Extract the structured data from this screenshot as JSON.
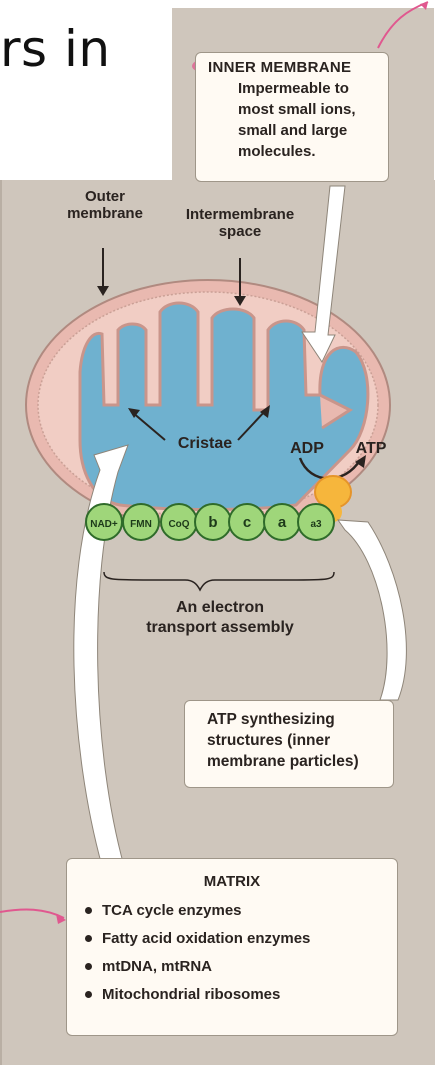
{
  "heading_fragment": "rs in",
  "inner_membrane": {
    "title": "INNER MEMBRANE",
    "description_lines": [
      "Impermeable to",
      "most small ions,",
      "small and large",
      "molecules."
    ]
  },
  "labels": {
    "outer_membrane": [
      "Outer",
      "membrane"
    ],
    "intermembrane_space": [
      "Intermembrane",
      "space"
    ],
    "cristae": "Cristae",
    "adp": "ADP",
    "atp": "ATP"
  },
  "carriers": [
    "NAD+",
    "FMN",
    "CoQ",
    "b",
    "c",
    "a",
    "a3"
  ],
  "assembly_label": [
    "An electron",
    "transport assembly"
  ],
  "atp_synthesizing": [
    "ATP synthesizing",
    "structures (inner",
    "membrane particles)"
  ],
  "matrix": {
    "title": "MATRIX",
    "items": [
      "TCA cycle enzymes",
      "Fatty acid oxidation enzymes",
      "mtDNA, mtRNA",
      "Mitochondrial ribosomes"
    ]
  },
  "colors": {
    "panel": "#cfc6bc",
    "outer_membrane": "#e9b9b0",
    "matrix": "#6fb1cf",
    "carrier_fill": "#9fd67a",
    "atp_synthase": "#f6b63c",
    "annotation_pink": "#e0588f"
  }
}
